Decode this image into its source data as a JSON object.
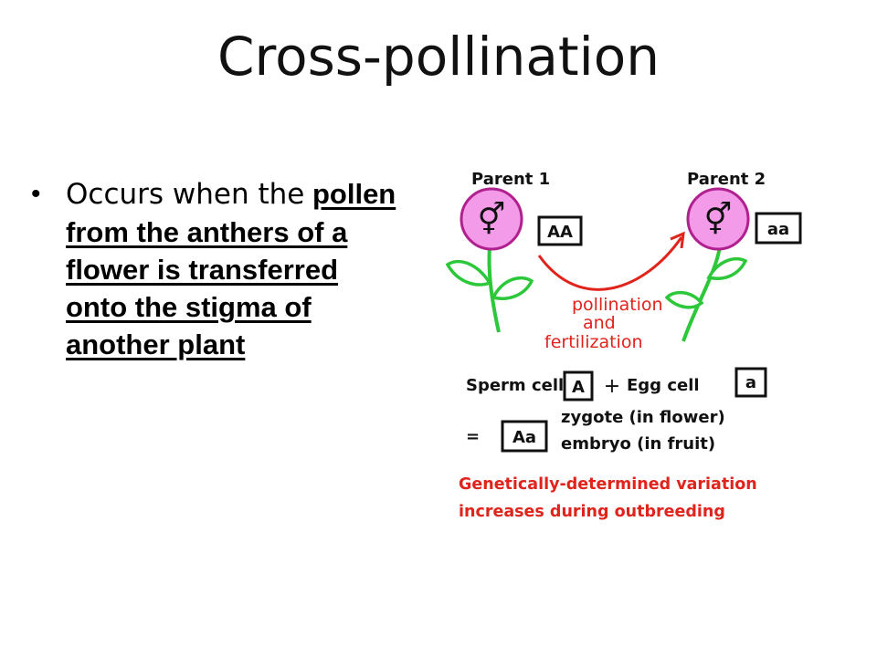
{
  "title": "Cross-pollination",
  "bullet": {
    "lead": "Occurs when the",
    "emphasis": "pollen from the anthers of a flower is transferred onto the stigma of another plant"
  },
  "diagram": {
    "parent1_label": "Parent 1",
    "parent2_label": "Parent 2",
    "parent1_genotype": "AA",
    "parent2_genotype": "aa",
    "hermaphrodite_symbol": "⚥",
    "process_line1": "pollination",
    "process_line2": "and",
    "process_line3": "fertilization",
    "sperm_label": "Sperm cell",
    "sperm_allele": "A",
    "plus_sign": "+",
    "egg_label": "Egg cell",
    "egg_allele": "a",
    "equals_sign": "=",
    "offspring_genotype": "Aa",
    "result_line1": "zygote (in flower)",
    "result_line2": "embryo (in fruit)",
    "conclusion_line1": "Genetically-determined variation",
    "conclusion_line2": "increases during outbreeding",
    "colors": {
      "flower_fill": "#f39ae8",
      "flower_stroke": "#b0208f",
      "stem": "#2dc83a",
      "red": "#e0241c"
    }
  }
}
